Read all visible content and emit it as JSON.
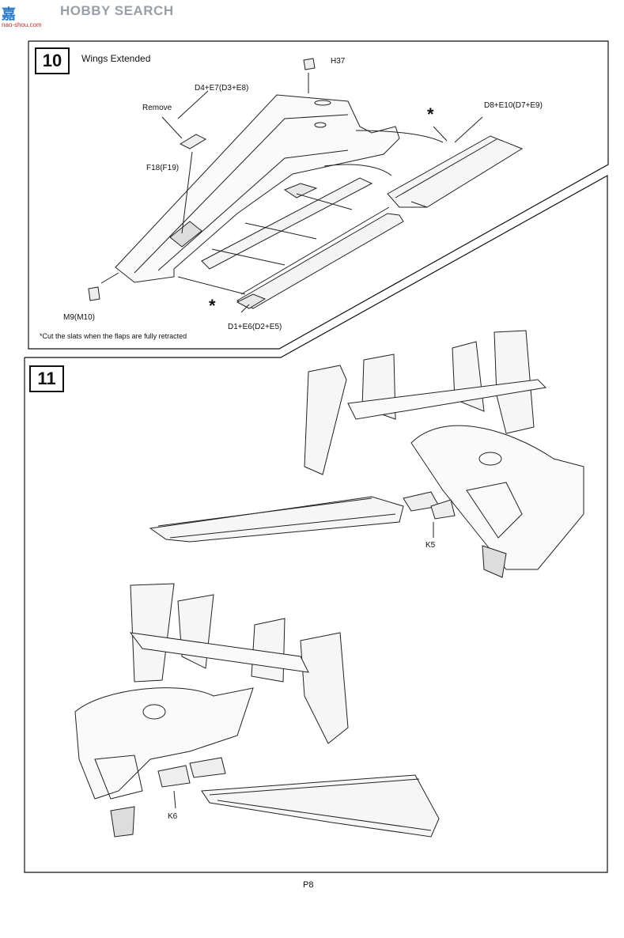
{
  "watermark": {
    "logo": "嘉",
    "text": "HOBBY SEARCH",
    "sub": "nao-shou.com"
  },
  "step10": {
    "number": "10",
    "title": "Wings Extended",
    "parts": {
      "h37": "H37",
      "d4": "D4+E7(D3+E8)",
      "d8": "D8+E10(D7+E9)",
      "remove": "Remove",
      "f18": "F18(F19)",
      "m9": "M9(M10)",
      "d1": "D1+E6(D2+E5)"
    },
    "asterisk": "*",
    "note": "*Cut the slats when the flaps are fully retracted"
  },
  "step11": {
    "number": "11",
    "parts": {
      "k5": "K5",
      "k6": "K6"
    }
  },
  "page": {
    "number": "P8"
  }
}
